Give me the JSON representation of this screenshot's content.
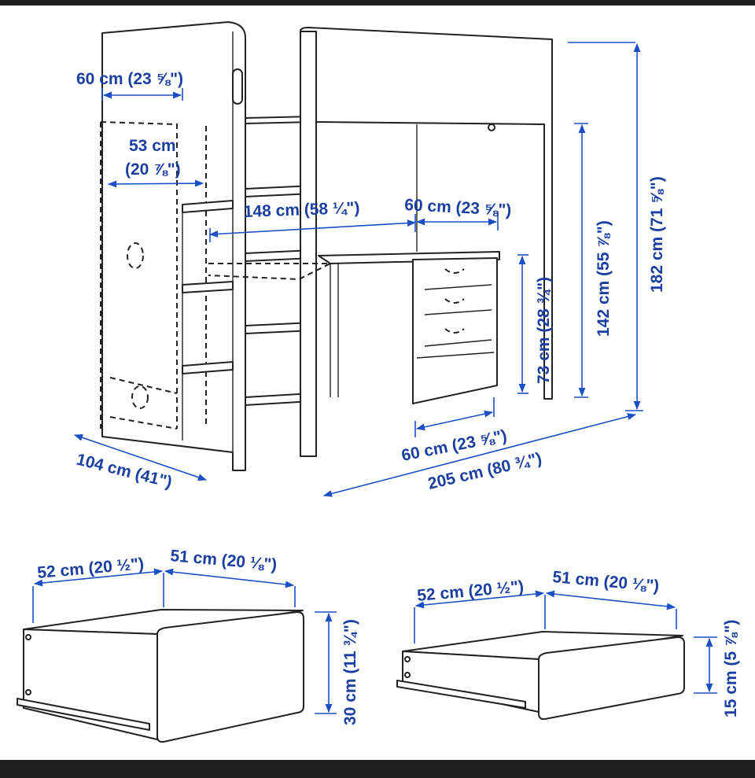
{
  "colors": {
    "dimension": "#1b3fa0",
    "line": "#222222",
    "frame": "#1e1e1e",
    "background": "#ffffff"
  },
  "bed": {
    "wardrobe_width": "60 cm (23 ⅝\")",
    "wardrobe_inner_width_a": "53 cm",
    "wardrobe_inner_width_b": "(20 ⅞\")",
    "desk_length": "148 cm (58 ¼\")",
    "desk_drawer_width": "60 cm (23 ⅝\")",
    "height_total": "182 cm (71 ⅝\")",
    "height_under_bed": "142 cm (55 ⅞\")",
    "desk_height": "73 cm (28 ¾\")",
    "desk_depth": "60 cm (23 ⅝\")",
    "depth": "104 cm (41\")",
    "length": "205 cm (80 ¾\")"
  },
  "drawer_large": {
    "width_a": "52 cm (20 ½\")",
    "width_b": "51 cm (20 ⅛\")",
    "height": "30 cm (11 ¾\")"
  },
  "drawer_small": {
    "width_a": "52 cm (20 ½\")",
    "width_b": "51 cm (20 ⅛\")",
    "height": "15 cm (5 ⅞\")"
  }
}
